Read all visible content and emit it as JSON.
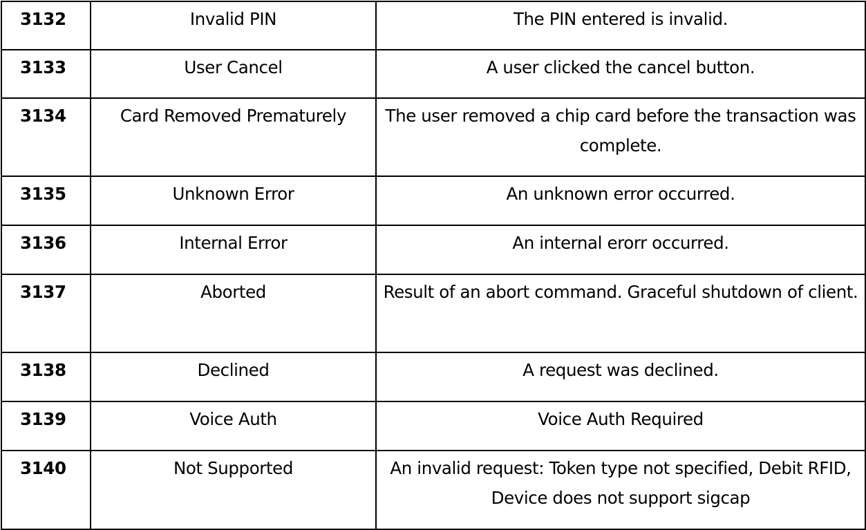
{
  "rows": [
    {
      "code": "3132",
      "name": "Invalid PIN",
      "description": "The PIN entered is invalid."
    },
    {
      "code": "3133",
      "name": "User Cancel",
      "description": "A user clicked the cancel button."
    },
    {
      "code": "3134",
      "name": "Card Removed Prematurely",
      "description": "The user removed a chip card before the transaction was complete."
    },
    {
      "code": "3135",
      "name": "Unknown Error",
      "description": "An unknown error occurred."
    },
    {
      "code": "3136",
      "name": "Internal Error",
      "description": "An internal erorr occurred."
    },
    {
      "code": "3137",
      "name": "Aborted",
      "description": "Result of an abort command. Graceful shutdown of client."
    },
    {
      "code": "3138",
      "name": "Declined",
      "description": "A request was declined."
    },
    {
      "code": "3139",
      "name": "Voice Auth",
      "description": "Voice Auth Required"
    },
    {
      "code": "3140",
      "name": "Not Supported",
      "description": "An invalid request: Token type not specified, Debit RFID, Device does not support sigcap"
    }
  ]
}
